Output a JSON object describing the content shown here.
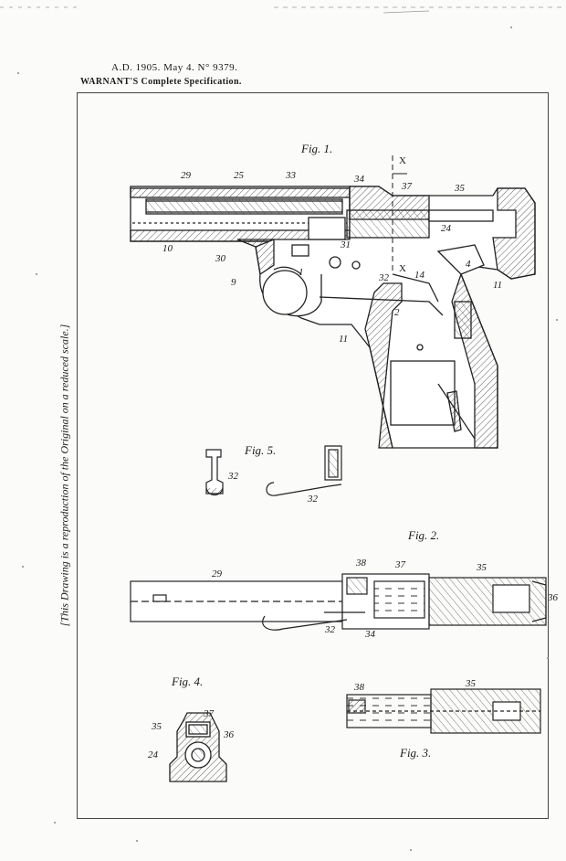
{
  "header": {
    "date_line": "A.D. 1905. May 4. N° 9379.",
    "title": "WARNANT'S Complete Specification."
  },
  "side_note": "[This Drawing is a reproduction of the Original on a reduced scale.]",
  "figures": {
    "fig1": "Fig. 1.",
    "fig2": "Fig. 2.",
    "fig3": "Fig. 3.",
    "fig4": "Fig. 4.",
    "fig5": "Fig. 5."
  },
  "section_marks": {
    "x_top": "X",
    "x_lower": "X"
  },
  "callouts": {
    "fig1": [
      "29",
      "25",
      "33",
      "34",
      "37",
      "35",
      "24",
      "10",
      "30",
      "31",
      "9",
      "1",
      "32",
      "14",
      "4",
      "11",
      "2",
      "11"
    ],
    "fig2": [
      "29",
      "38",
      "37",
      "35",
      "36",
      "32",
      "34"
    ],
    "fig3": [
      "38",
      "35"
    ],
    "fig4": [
      "37",
      "35",
      "36",
      "24"
    ],
    "fig5": [
      "32",
      "32"
    ]
  }
}
